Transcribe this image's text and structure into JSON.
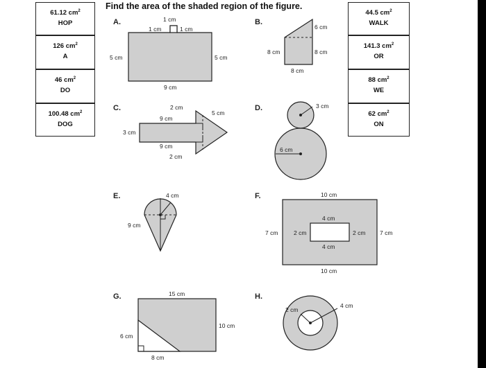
{
  "title": "Find the area of the shaded region of the figure.",
  "answers_left": [
    {
      "value": "61.12 cm",
      "exp": "2",
      "word": "HOP"
    },
    {
      "value": "126 cm",
      "exp": "2",
      "word": "A"
    },
    {
      "value": "46 cm",
      "exp": "2",
      "word": "DO"
    },
    {
      "value": "100.48 cm",
      "exp": "2",
      "word": "DOG"
    }
  ],
  "answers_right": [
    {
      "value": "44.5 cm",
      "exp": "2",
      "word": "WALK"
    },
    {
      "value": "141.3 cm",
      "exp": "2",
      "word": "OR"
    },
    {
      "value": "88 cm",
      "exp": "2",
      "word": "WE"
    },
    {
      "value": "62 cm",
      "exp": "2",
      "word": "ON"
    }
  ],
  "figures": {
    "A": {
      "letter": "A.",
      "top": "1 cm",
      "top_left": "1 cm",
      "top_right": "1 cm",
      "left": "5 cm",
      "right": "5 cm",
      "bottom": "9 cm"
    },
    "B": {
      "letter": "B.",
      "slant": "6 cm",
      "left": "8 cm",
      "right": "8 cm",
      "bottom": "8 cm"
    },
    "C": {
      "letter": "C.",
      "tab": "2 cm",
      "shaft_top": "9 cm",
      "tip": "5 cm",
      "left": "3 cm",
      "shaft_bottom": "9 cm",
      "bottom_tab": "2 cm"
    },
    "D": {
      "letter": "D.",
      "small_radius": "3 cm",
      "large_radius": "6 cm"
    },
    "E": {
      "letter": "E.",
      "radius": "4 cm",
      "height": "9 cm"
    },
    "F": {
      "letter": "F.",
      "outer_top": "10 cm",
      "outer_bottom": "10 cm",
      "outer_left": "7 cm",
      "outer_right": "7 cm",
      "inner_top": "4 cm",
      "inner_bottom": "4 cm",
      "inner_left": "2 cm",
      "inner_right": "2 cm"
    },
    "G": {
      "letter": "G.",
      "top": "15 cm",
      "right": "10 cm",
      "tri_height": "6 cm",
      "tri_base": "8 cm"
    },
    "H": {
      "letter": "H.",
      "inner_radius": "2 cm",
      "outer_radius": "4 cm"
    }
  },
  "colors": {
    "shade": "#cfcfcf",
    "stroke": "#222222",
    "background": "#000000"
  }
}
